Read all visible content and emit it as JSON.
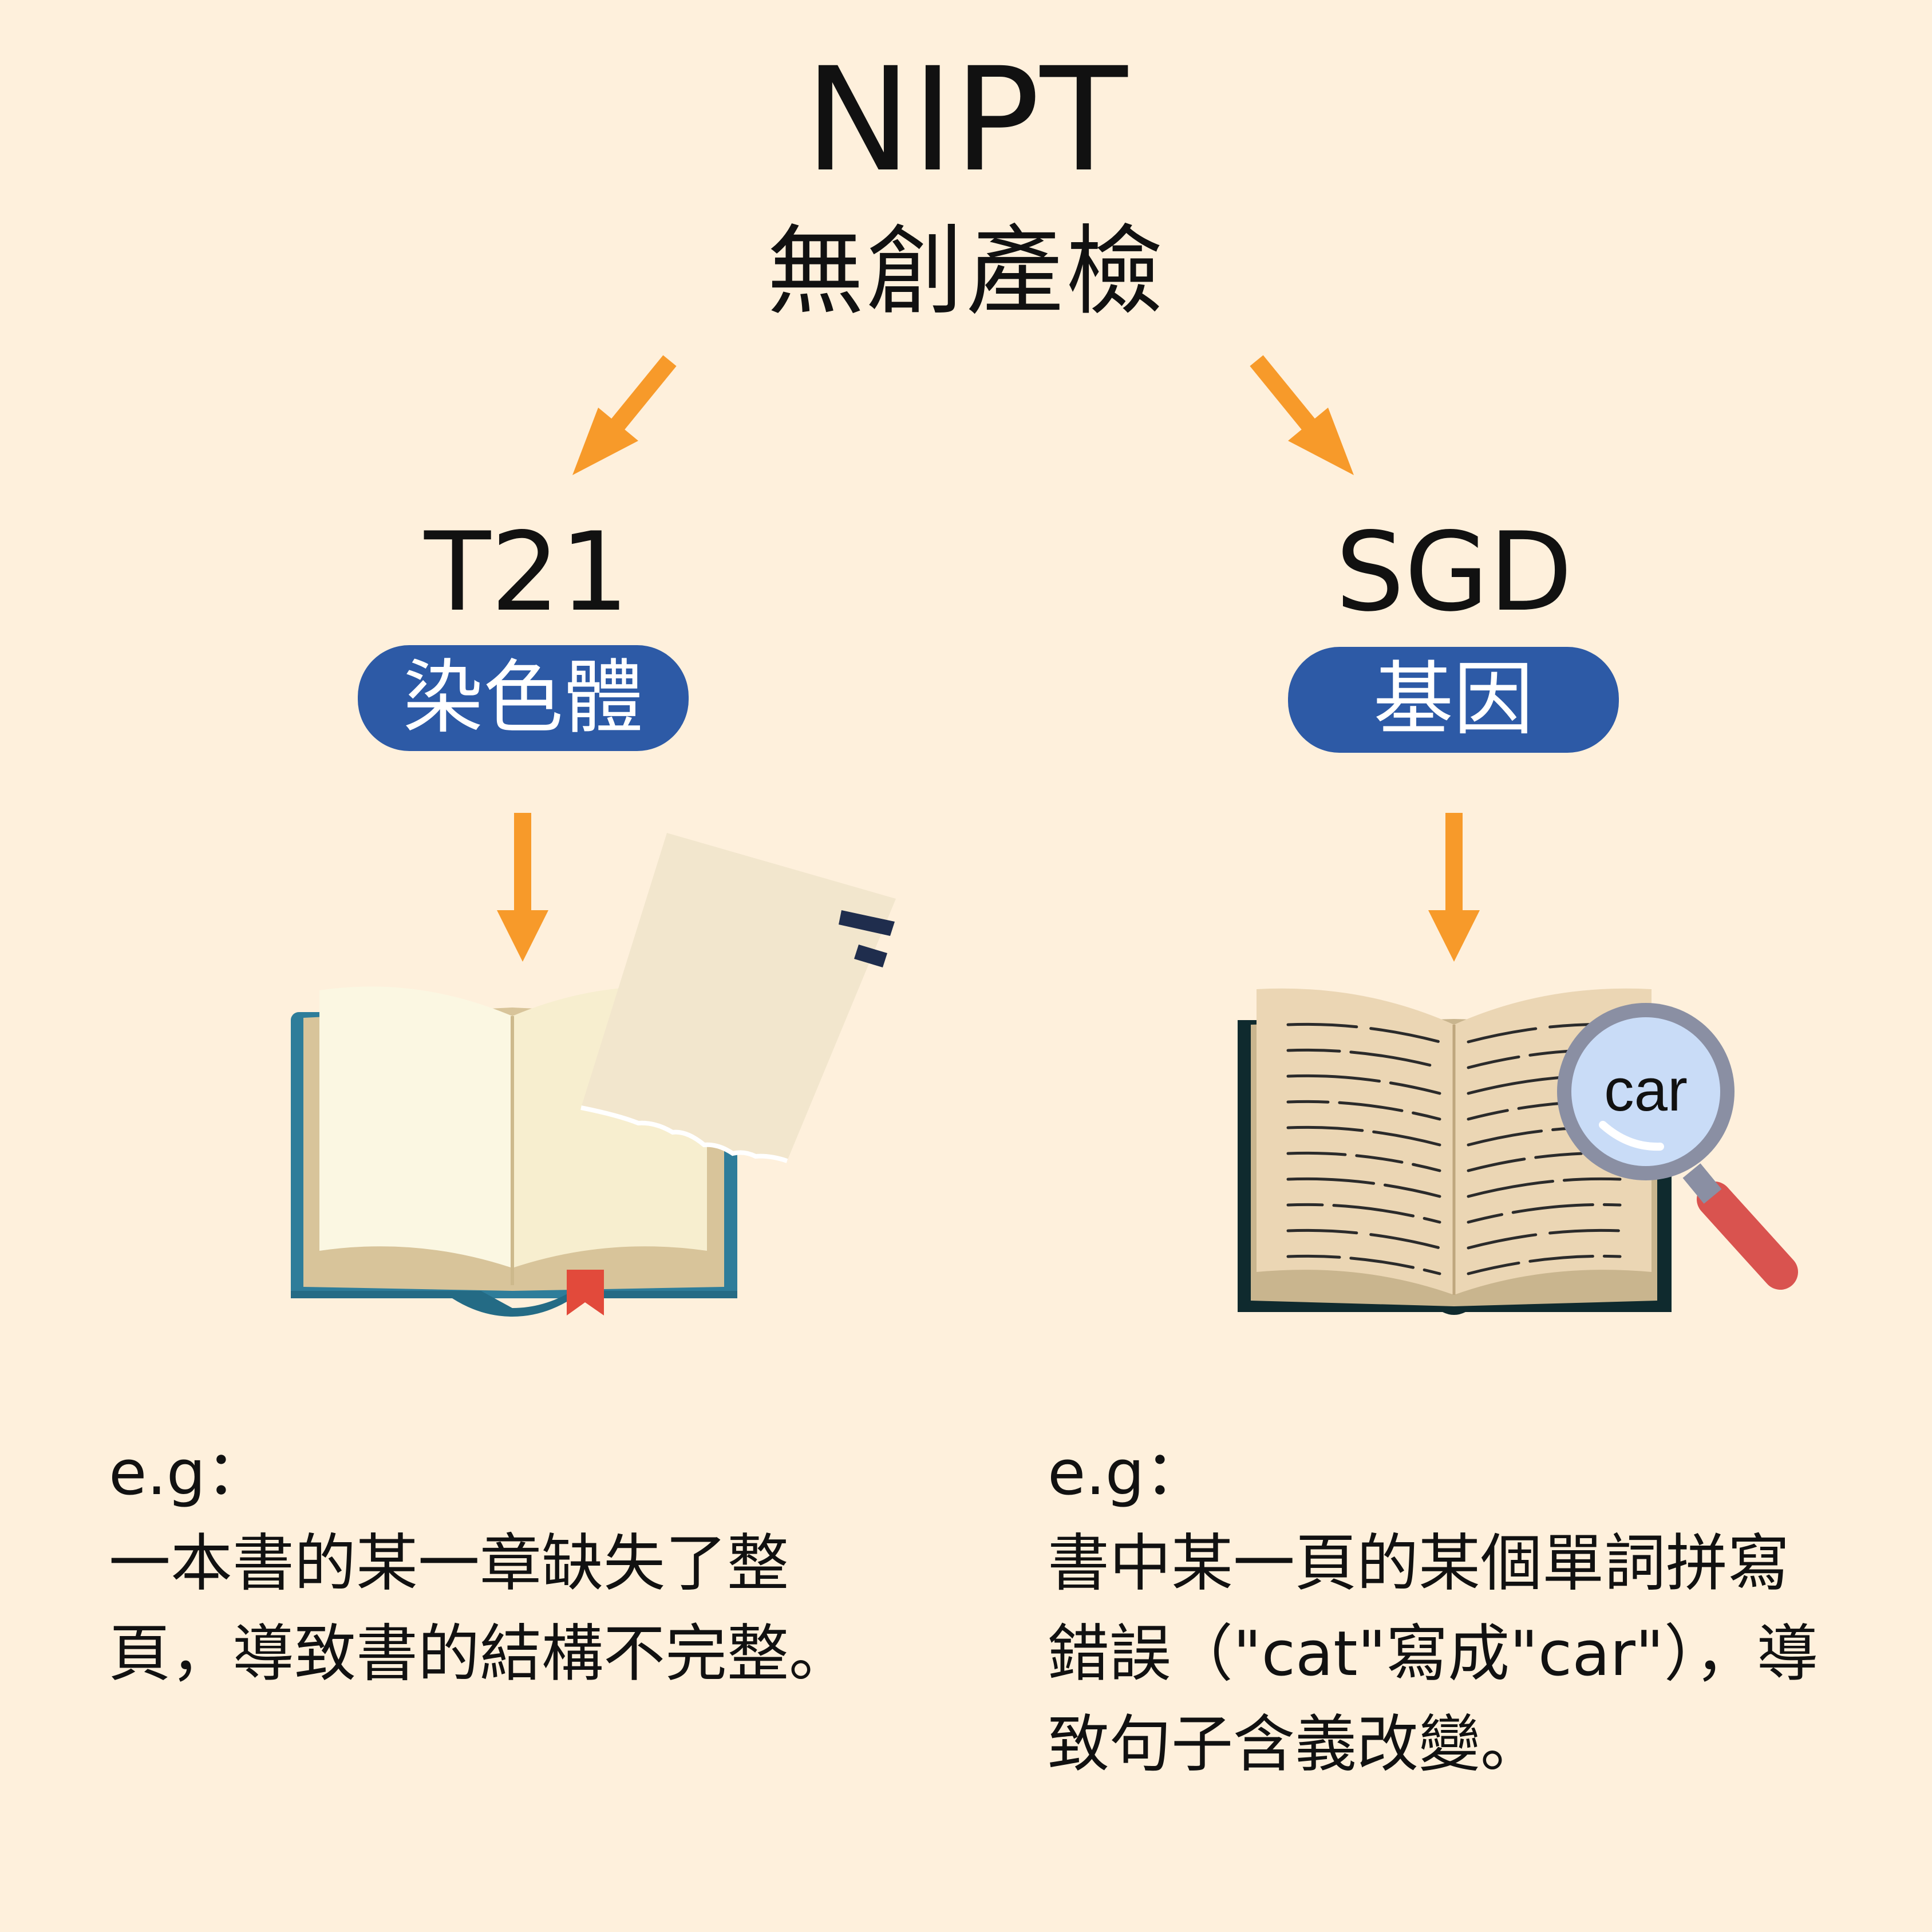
{
  "header": {
    "title": "NIPT",
    "subtitle": "無創產檢"
  },
  "left": {
    "label": "T21",
    "badge": "染色體",
    "eg_label": "e.g：",
    "description_lines": [
      "一本書的某一章缺失了整",
      "頁，導致書的結構不完整。"
    ]
  },
  "right": {
    "label": "SGD",
    "badge": "基因",
    "magnifier_word": "car",
    "eg_label": "e.g：",
    "description_lines": [
      "書中某一頁的某個單詞拼寫",
      "錯誤（\"cat\"寫成\"car\"），導",
      "致句子含義改變。"
    ]
  },
  "colors": {
    "background": "#FEF0DC",
    "arrow": "#F79A2A",
    "badge": "#2D5AA6",
    "book_cover_left": "#2E7D9A",
    "book_cover_right": "#0F2A2E",
    "bookmark": "#E24A3B",
    "magnifier_handle": "#D9534F"
  }
}
